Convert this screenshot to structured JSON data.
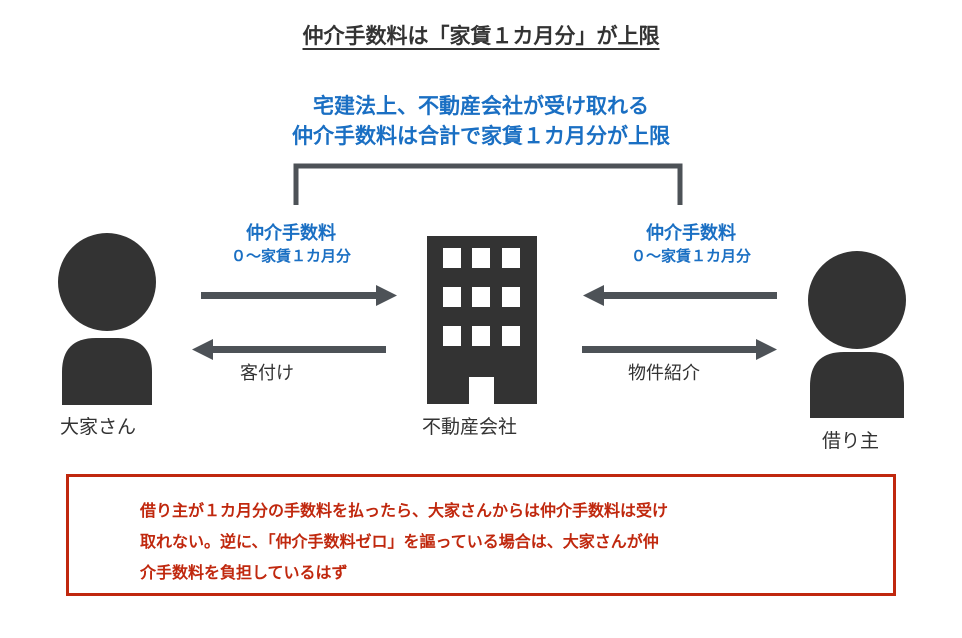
{
  "title": "仲介手数料は「家賃１カ月分」が上限",
  "top_note": {
    "line1": "宅建法上、不動産会社が受け取れる",
    "line2": "仲介手数料は合計で家賃１カ月分が上限"
  },
  "left_fee": {
    "label": "仲介手数料",
    "sub": "０〜家賃１カ月分"
  },
  "right_fee": {
    "label": "仲介手数料",
    "sub": "０〜家賃１カ月分"
  },
  "left_back_label": "客付け",
  "right_back_label": "物件紹介",
  "landlord_label": "大家さん",
  "company_label": "不動産会社",
  "tenant_label": "借り主",
  "note": {
    "line1": "借り主が１カ月分の手数料を払ったら、大家さんからは仲介手数料は受け",
    "line2": "取れない。逆に、「仲介手数料ゼロ」を謳っている場合は、大家さんが仲",
    "line3": "介手数料を負担しているはず"
  },
  "colors": {
    "accent_blue": "#1a6fc3",
    "note_red": "#c0280e",
    "figure_dark": "#333333",
    "arrow_gray": "#4d5257"
  }
}
